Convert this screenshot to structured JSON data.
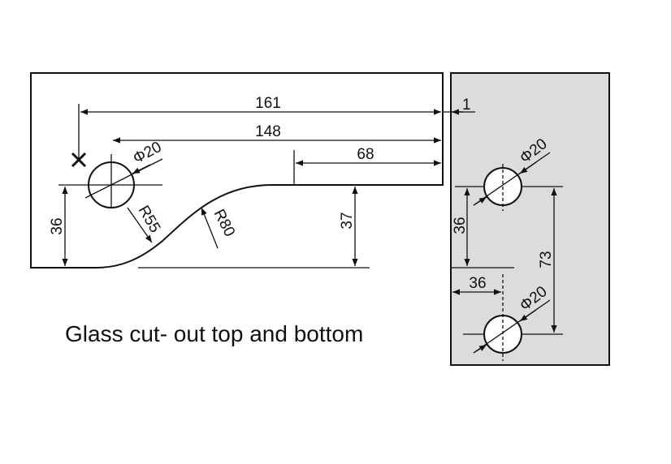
{
  "drawing": {
    "caption": "Glass cut- out top and bottom",
    "colors": {
      "glass": "#dcdcdc",
      "line": "#111111",
      "hole": "#ffffff"
    },
    "left_view": {
      "dim_overall": "161",
      "dim_hole_to_edge": "148",
      "dim_notch_flat": "68",
      "dim_edge_gap": "1",
      "dim_hole_height": "36",
      "dim_notch_depth": "37",
      "radius_small": "R55",
      "radius_large": "R80",
      "hole_diameter": "Φ20"
    },
    "right_view": {
      "hole_diameter_top": "Φ20",
      "hole_diameter_bottom": "Φ20",
      "dim_vertical_offset": "36",
      "dim_horizontal_offset": "36",
      "dim_hole_spacing": "73"
    }
  }
}
